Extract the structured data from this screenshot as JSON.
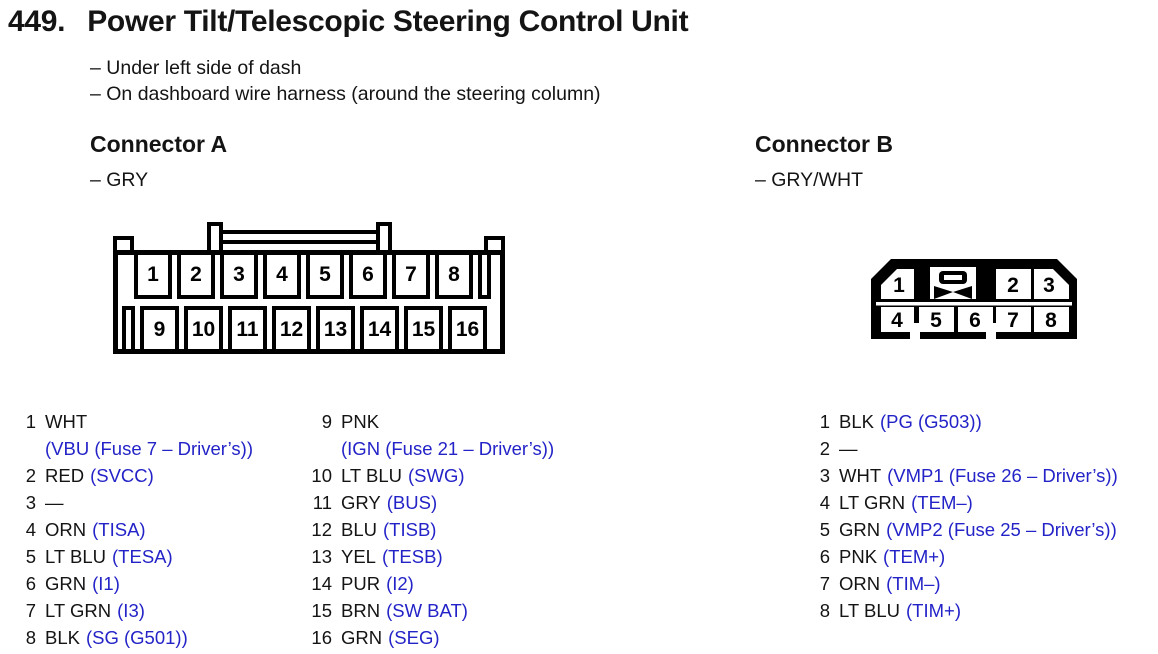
{
  "title": {
    "number": "449.",
    "text": "Power Tilt/Telescopic Steering Control Unit"
  },
  "location_notes": [
    "– Under left side of dash",
    "– On dashboard wire harness (around the steering column)"
  ],
  "colors": {
    "signal_blue": "#2323c8",
    "line_black": "#000000"
  },
  "connector_a": {
    "heading": "Connector A",
    "housing_color": "– GRY",
    "diagram": {
      "top_row_pins": [
        "1",
        "2",
        "3",
        "4",
        "5",
        "6",
        "7",
        "8"
      ],
      "bottom_row_pins": [
        "9",
        "10",
        "11",
        "12",
        "13",
        "14",
        "15",
        "16"
      ]
    },
    "pins_1_8": [
      {
        "num": "1",
        "wire": "WHT",
        "signal": "",
        "signal_line2": "(VBU (Fuse 7 – Driver’s))"
      },
      {
        "num": "2",
        "wire": "RED",
        "signal": "(SVCC)"
      },
      {
        "num": "3",
        "wire": "—",
        "signal": ""
      },
      {
        "num": "4",
        "wire": "ORN",
        "signal": "(TISA)"
      },
      {
        "num": "5",
        "wire": "LT BLU",
        "signal": "(TESA)"
      },
      {
        "num": "6",
        "wire": "GRN",
        "signal": "(I1)"
      },
      {
        "num": "7",
        "wire": "LT GRN",
        "signal": "(I3)"
      },
      {
        "num": "8",
        "wire": "BLK",
        "signal": "(SG (G501))"
      }
    ],
    "pins_9_16": [
      {
        "num": "9",
        "wire": "PNK",
        "signal": "",
        "signal_line2": "(IGN (Fuse 21 – Driver’s))"
      },
      {
        "num": "10",
        "wire": "LT BLU",
        "signal": "(SWG)"
      },
      {
        "num": "11",
        "wire": "GRY",
        "signal": "(BUS)"
      },
      {
        "num": "12",
        "wire": "BLU",
        "signal": "(TISB)"
      },
      {
        "num": "13",
        "wire": "YEL",
        "signal": "(TESB)"
      },
      {
        "num": "14",
        "wire": "PUR",
        "signal": "(I2)"
      },
      {
        "num": "15",
        "wire": "BRN",
        "signal": "(SW BAT)"
      },
      {
        "num": "16",
        "wire": "GRN",
        "signal": "(SEG)"
      }
    ]
  },
  "connector_b": {
    "heading": "Connector B",
    "housing_color": "– GRY/WHT",
    "diagram": {
      "top_row_pins": [
        "1",
        "2",
        "3"
      ],
      "bottom_row_pins": [
        "4",
        "5",
        "6",
        "7",
        "8"
      ]
    },
    "pins": [
      {
        "num": "1",
        "wire": "BLK",
        "signal": "(PG (G503))"
      },
      {
        "num": "2",
        "wire": "—",
        "signal": ""
      },
      {
        "num": "3",
        "wire": "WHT",
        "signal": "(VMP1 (Fuse 26 – Driver’s))"
      },
      {
        "num": "4",
        "wire": "LT GRN",
        "signal": "(TEM–)"
      },
      {
        "num": "5",
        "wire": "GRN",
        "signal": "(VMP2 (Fuse 25 – Driver’s))"
      },
      {
        "num": "6",
        "wire": "PNK",
        "signal": "(TEM+)"
      },
      {
        "num": "7",
        "wire": "ORN",
        "signal": "(TIM–)"
      },
      {
        "num": "8",
        "wire": "LT BLU",
        "signal": "(TIM+)"
      }
    ]
  }
}
